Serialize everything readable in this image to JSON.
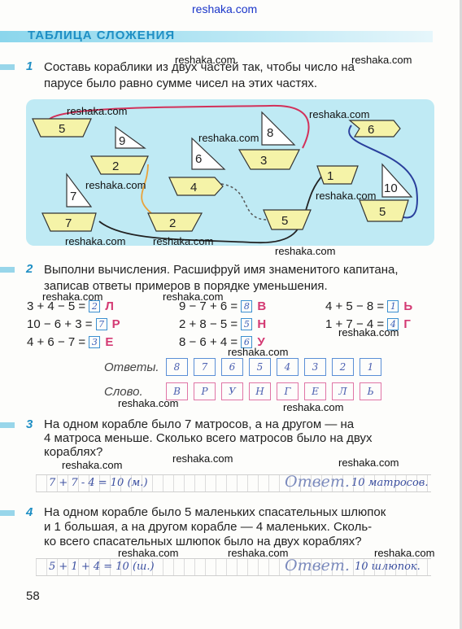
{
  "watermarks": [
    "reshaka.com"
  ],
  "header": {
    "title": "ТАБЛИЦА СЛОЖЕНИЯ"
  },
  "task1": {
    "number": "1",
    "lines": [
      "Составь кораблики из двух частей так, чтобы число на",
      "парусе было равно сумме чисел на этих частях."
    ],
    "sails": [
      "9",
      "6",
      "8",
      "7",
      "10"
    ],
    "hulls": [
      "5",
      "2",
      "4",
      "3",
      "6",
      "1",
      "7",
      "2",
      "5"
    ]
  },
  "task2": {
    "number": "2",
    "lines": [
      "Выполни вычисления. Расшифруй имя знаменитого капитана,",
      "записав ответы примеров в порядке уменьшения."
    ],
    "examples": [
      {
        "expr": "3 + 4 − 5 =",
        "answer": "2",
        "letter": "Л"
      },
      {
        "expr": "9 − 7 + 6 =",
        "answer": "8",
        "letter": "В"
      },
      {
        "expr": "4 + 5 − 8 =",
        "answer": "1",
        "letter": "Ь"
      },
      {
        "expr": "10 − 6 + 3 =",
        "answer": "7",
        "letter": "Р"
      },
      {
        "expr": "2 + 8 − 5 =",
        "answer": "5",
        "letter": "Н"
      },
      {
        "expr": "1 + 7 − 4 =",
        "answer": "4",
        "letter": "Г"
      },
      {
        "expr": "4 + 6 − 7 =",
        "answer": "3",
        "letter": "Е"
      },
      {
        "expr": "8 − 6 + 4 =",
        "answer": "6",
        "letter": "У"
      }
    ],
    "answers_label": "Ответы.",
    "answers": [
      "8",
      "7",
      "6",
      "5",
      "4",
      "3",
      "2",
      "1"
    ],
    "word_label": "Слово.",
    "word": [
      "В",
      "Р",
      "У",
      "Н",
      "Г",
      "Е",
      "Л",
      "Ь"
    ]
  },
  "task3": {
    "number": "3",
    "lines": [
      "На одном корабле было 7 матросов, а на другом — на",
      "4 матроса меньше. Сколько всего матросов было на двух",
      "кораблях?"
    ],
    "solution": "7 + 7 - 4 = 10 (м.)",
    "answer_word": "Ответ.",
    "answer": "10 матросов."
  },
  "task4": {
    "number": "4",
    "lines": [
      "На одном корабле было 5 маленьких спасательных шлюпок",
      "и 1 большая, а на другом корабле — 4 маленьких. Сколь-",
      "ко всего спасательных шлюпок было на двух кораблях?"
    ],
    "solution": "5 + 1 + 4 = 10 (ш.)",
    "answer_word": "Ответ.",
    "answer": "10 шлюпок."
  },
  "page_number": "58"
}
